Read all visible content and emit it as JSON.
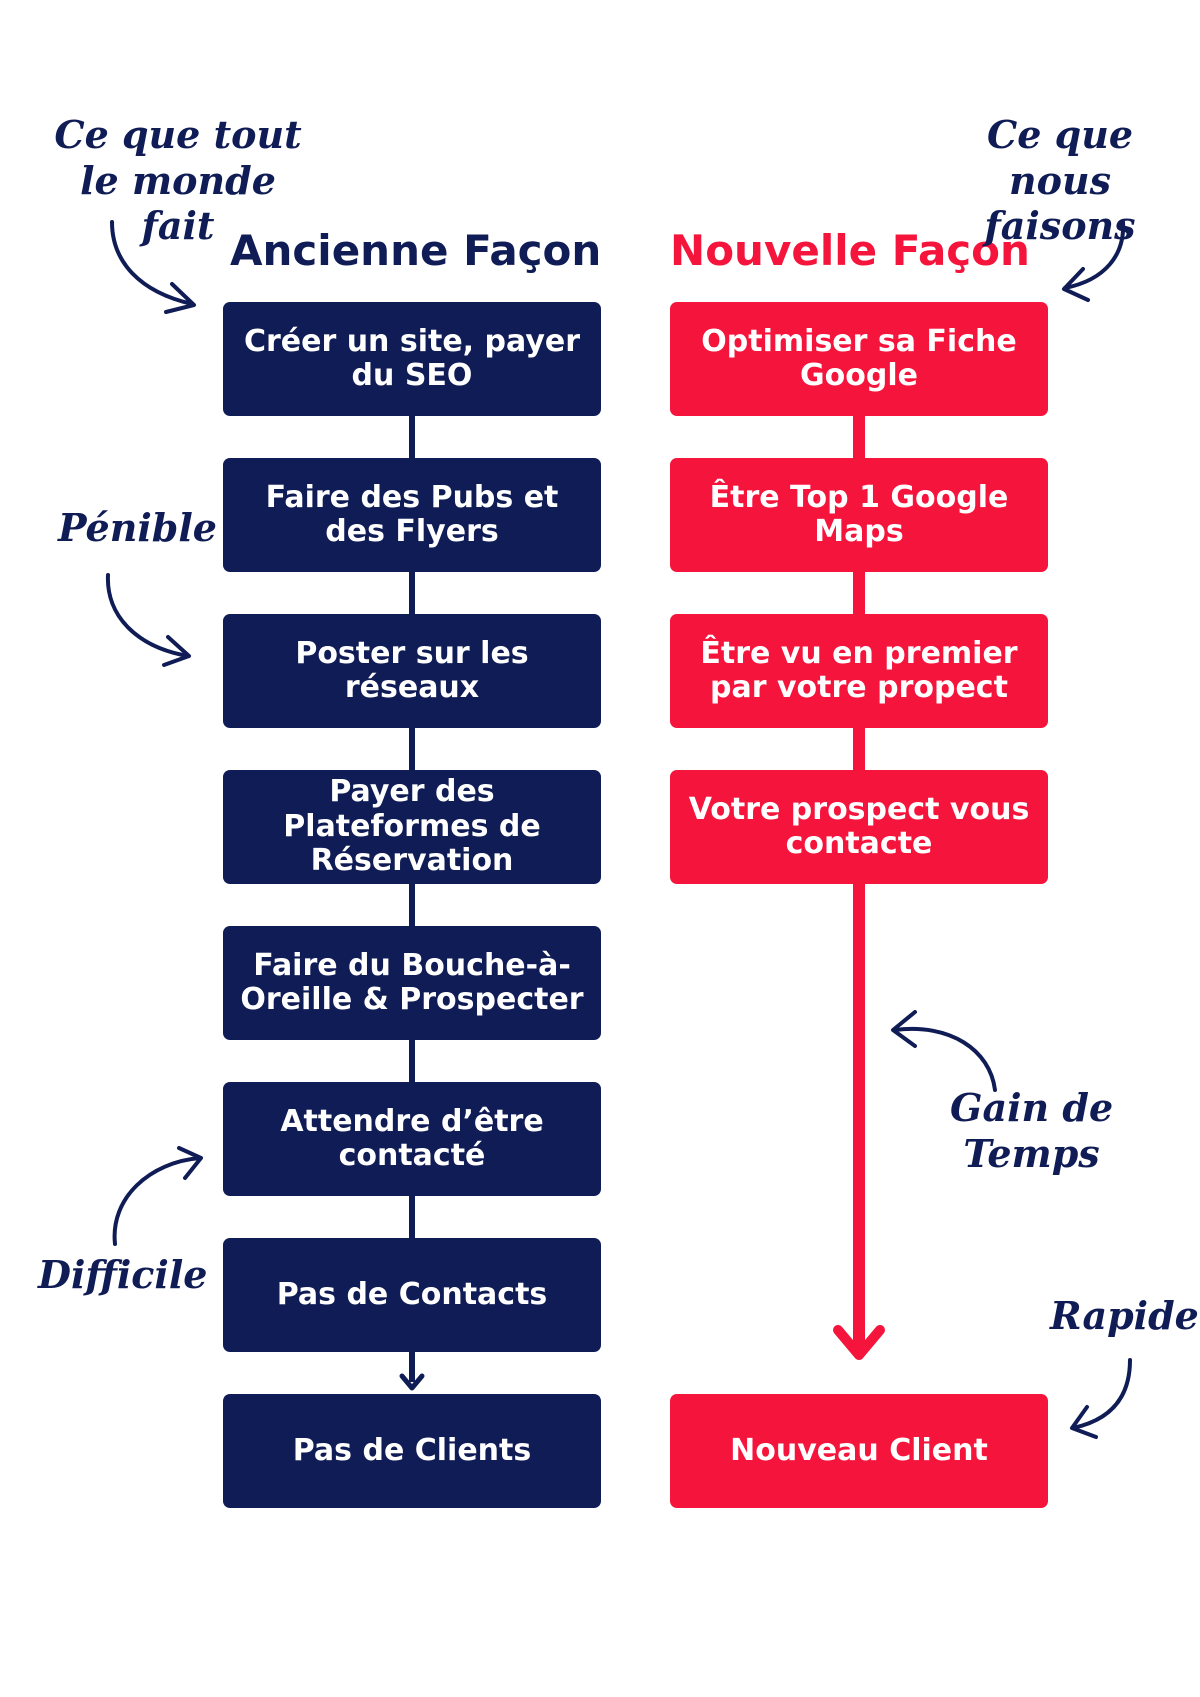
{
  "old_way": {
    "heading": "Ancienne Façon",
    "note": "Ce que tout le monde fait",
    "steps": [
      "Créer un site, payer du SEO",
      "Faire des Pubs et des Flyers",
      "Poster sur les réseaux",
      "Payer des Plateformes de Réservation",
      "Faire du Bouche-à-Oreille & Prospecter",
      "Attendre d’être contacté",
      "Pas de Contacts",
      "Pas de Clients"
    ]
  },
  "new_way": {
    "heading": "Nouvelle Façon",
    "note": "Ce que nous faisons",
    "steps": [
      "Optimiser sa Fiche Google",
      "Être Top 1 Google Maps",
      "Être vu en premier par votre propect",
      "Votre prospect vous contacte"
    ],
    "result": "Nouveau Client"
  },
  "annotations": {
    "penible": "Pénible",
    "difficile": "Difficile",
    "gain_line1": "Gain de",
    "gain_line2": "Temps",
    "rapide": "Rapide"
  },
  "colors": {
    "navy": "#101c55",
    "red": "#f5143c",
    "background": "#ffffff"
  }
}
